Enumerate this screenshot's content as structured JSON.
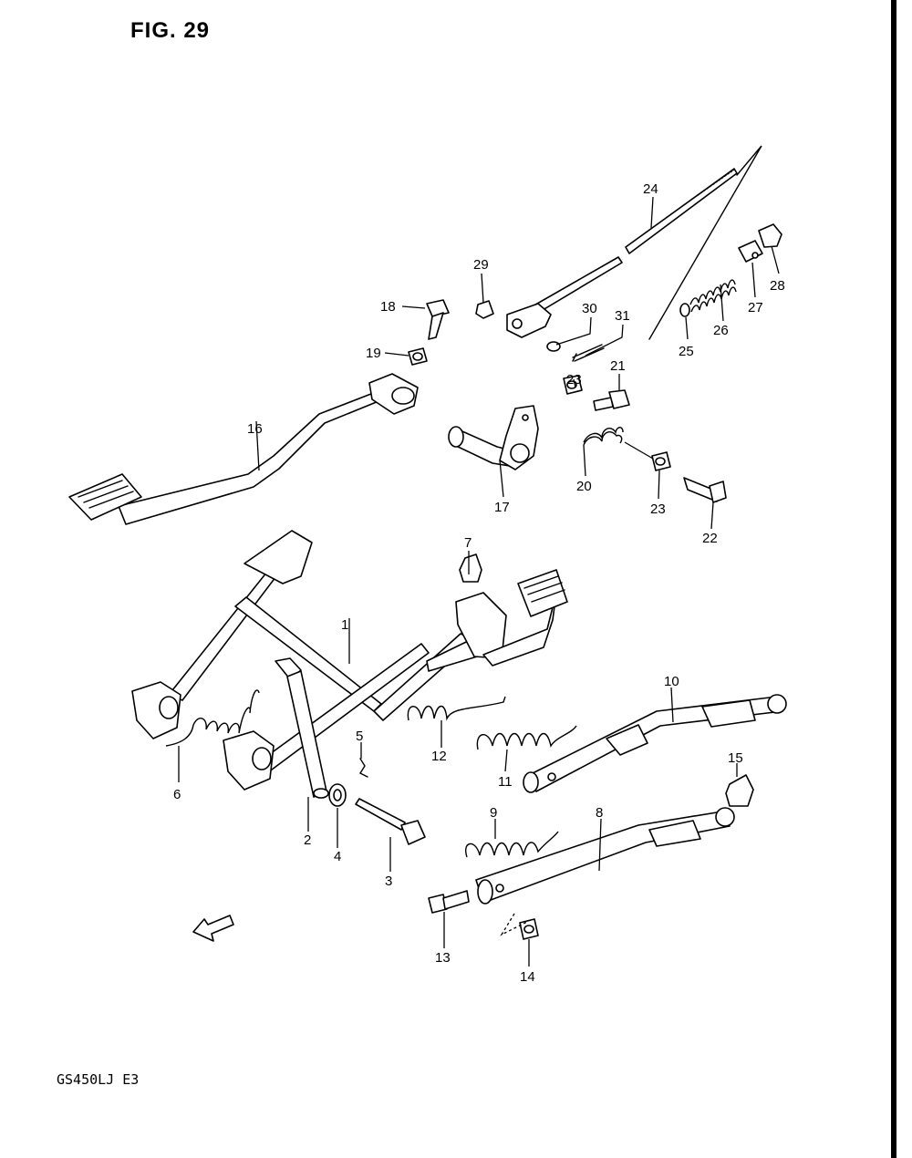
{
  "figure": {
    "title": "FIG. 29",
    "model_code": "GS450LJ E3",
    "direction_marker": "FWD"
  },
  "callouts": [
    {
      "id": "c1",
      "label": "1"
    },
    {
      "id": "c2",
      "label": "2"
    },
    {
      "id": "c3",
      "label": "3"
    },
    {
      "id": "c4",
      "label": "4"
    },
    {
      "id": "c5",
      "label": "5"
    },
    {
      "id": "c6",
      "label": "6"
    },
    {
      "id": "c7",
      "label": "7"
    },
    {
      "id": "c8",
      "label": "8"
    },
    {
      "id": "c9",
      "label": "9"
    },
    {
      "id": "c10",
      "label": "10"
    },
    {
      "id": "c11",
      "label": "11"
    },
    {
      "id": "c12",
      "label": "12"
    },
    {
      "id": "c13",
      "label": "13"
    },
    {
      "id": "c14",
      "label": "14"
    },
    {
      "id": "c15",
      "label": "15"
    },
    {
      "id": "c16",
      "label": "16"
    },
    {
      "id": "c17",
      "label": "17"
    },
    {
      "id": "c18",
      "label": "18"
    },
    {
      "id": "c19",
      "label": "19"
    },
    {
      "id": "c20",
      "label": "20"
    },
    {
      "id": "c21",
      "label": "21"
    },
    {
      "id": "c22",
      "label": "22"
    },
    {
      "id": "c23a",
      "label": "23"
    },
    {
      "id": "c23b",
      "label": "23"
    },
    {
      "id": "c24",
      "label": "24"
    },
    {
      "id": "c25",
      "label": "25"
    },
    {
      "id": "c26",
      "label": "26"
    },
    {
      "id": "c27",
      "label": "27"
    },
    {
      "id": "c28",
      "label": "28"
    },
    {
      "id": "c29",
      "label": "29"
    },
    {
      "id": "c30",
      "label": "30"
    },
    {
      "id": "c31",
      "label": "31"
    }
  ]
}
